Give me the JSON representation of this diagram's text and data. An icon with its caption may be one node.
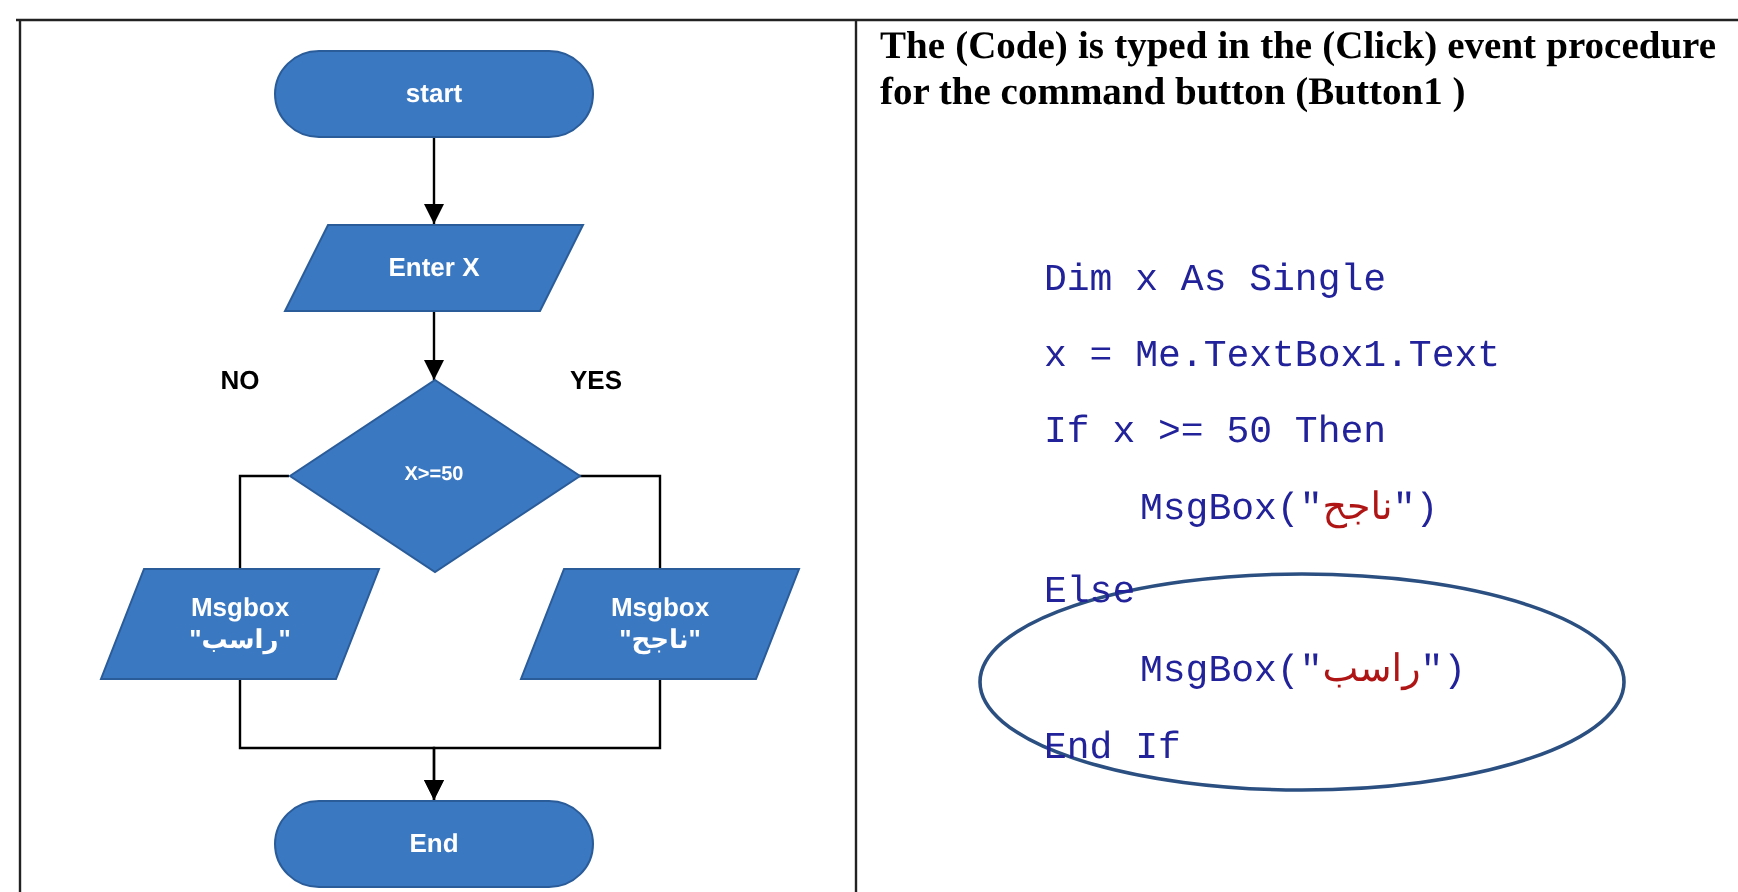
{
  "diagram": {
    "nodes": [
      {
        "text": [
          "start"
        ]
      },
      {
        "text": [
          "Enter X"
        ]
      },
      {
        "text": [
          "X>=50"
        ]
      },
      {
        "text": [
          "Msgbox \"راسب\""
        ]
      },
      {
        "text": [
          "Msgbox \"ناجح\""
        ]
      },
      {
        "text": [
          "End"
        ]
      }
    ],
    "edges": [
      {
        "from": 0,
        "to": 1,
        "arrow": "to"
      },
      {
        "from": 1,
        "to": 2,
        "arrow": "to"
      },
      {
        "from": 2,
        "to": 3,
        "arrow": "none",
        "label": "NO"
      },
      {
        "from": 2,
        "to": 4,
        "arrow": "none",
        "label": "YES"
      },
      {
        "from": 3,
        "to": 5,
        "arrow": "to"
      },
      {
        "from": 4,
        "to": 5,
        "arrow": "to"
      }
    ],
    "labels": [
      "The (Code) is typed in the (Click) event procedure for the command button (Button1 )",
      "Dim x As Single",
      "x = Me.TextBox1.Text",
      "If x >= 50 Then",
      "MsgBox(\"ناجح\")",
      "Else",
      "MsgBox(\"راسب\")",
      "End If"
    ]
  }
}
